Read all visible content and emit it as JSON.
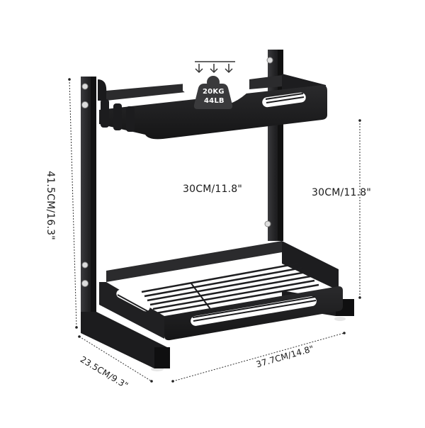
{
  "product": {
    "name": "2-tier black metal storage shelf rack",
    "colors": {
      "frame": "#1f1f21",
      "frame_highlight": "#4a4a4d",
      "background": "#ffffff",
      "dim_line": "#333333",
      "weight_badge": "#3a3a3c"
    }
  },
  "weight_badge": {
    "line1": "20KG",
    "line2": "44LB",
    "icon": "weight-load-icon",
    "arrows": 3
  },
  "dimensions": {
    "total_height": "41.5CM/16.3\"",
    "tier_gap_center": "30CM/11.8\"",
    "tier_gap_right": "30CM/11.8\"",
    "depth": "23.5CM/9.3\"",
    "width": "37.7CM/14.8\""
  }
}
